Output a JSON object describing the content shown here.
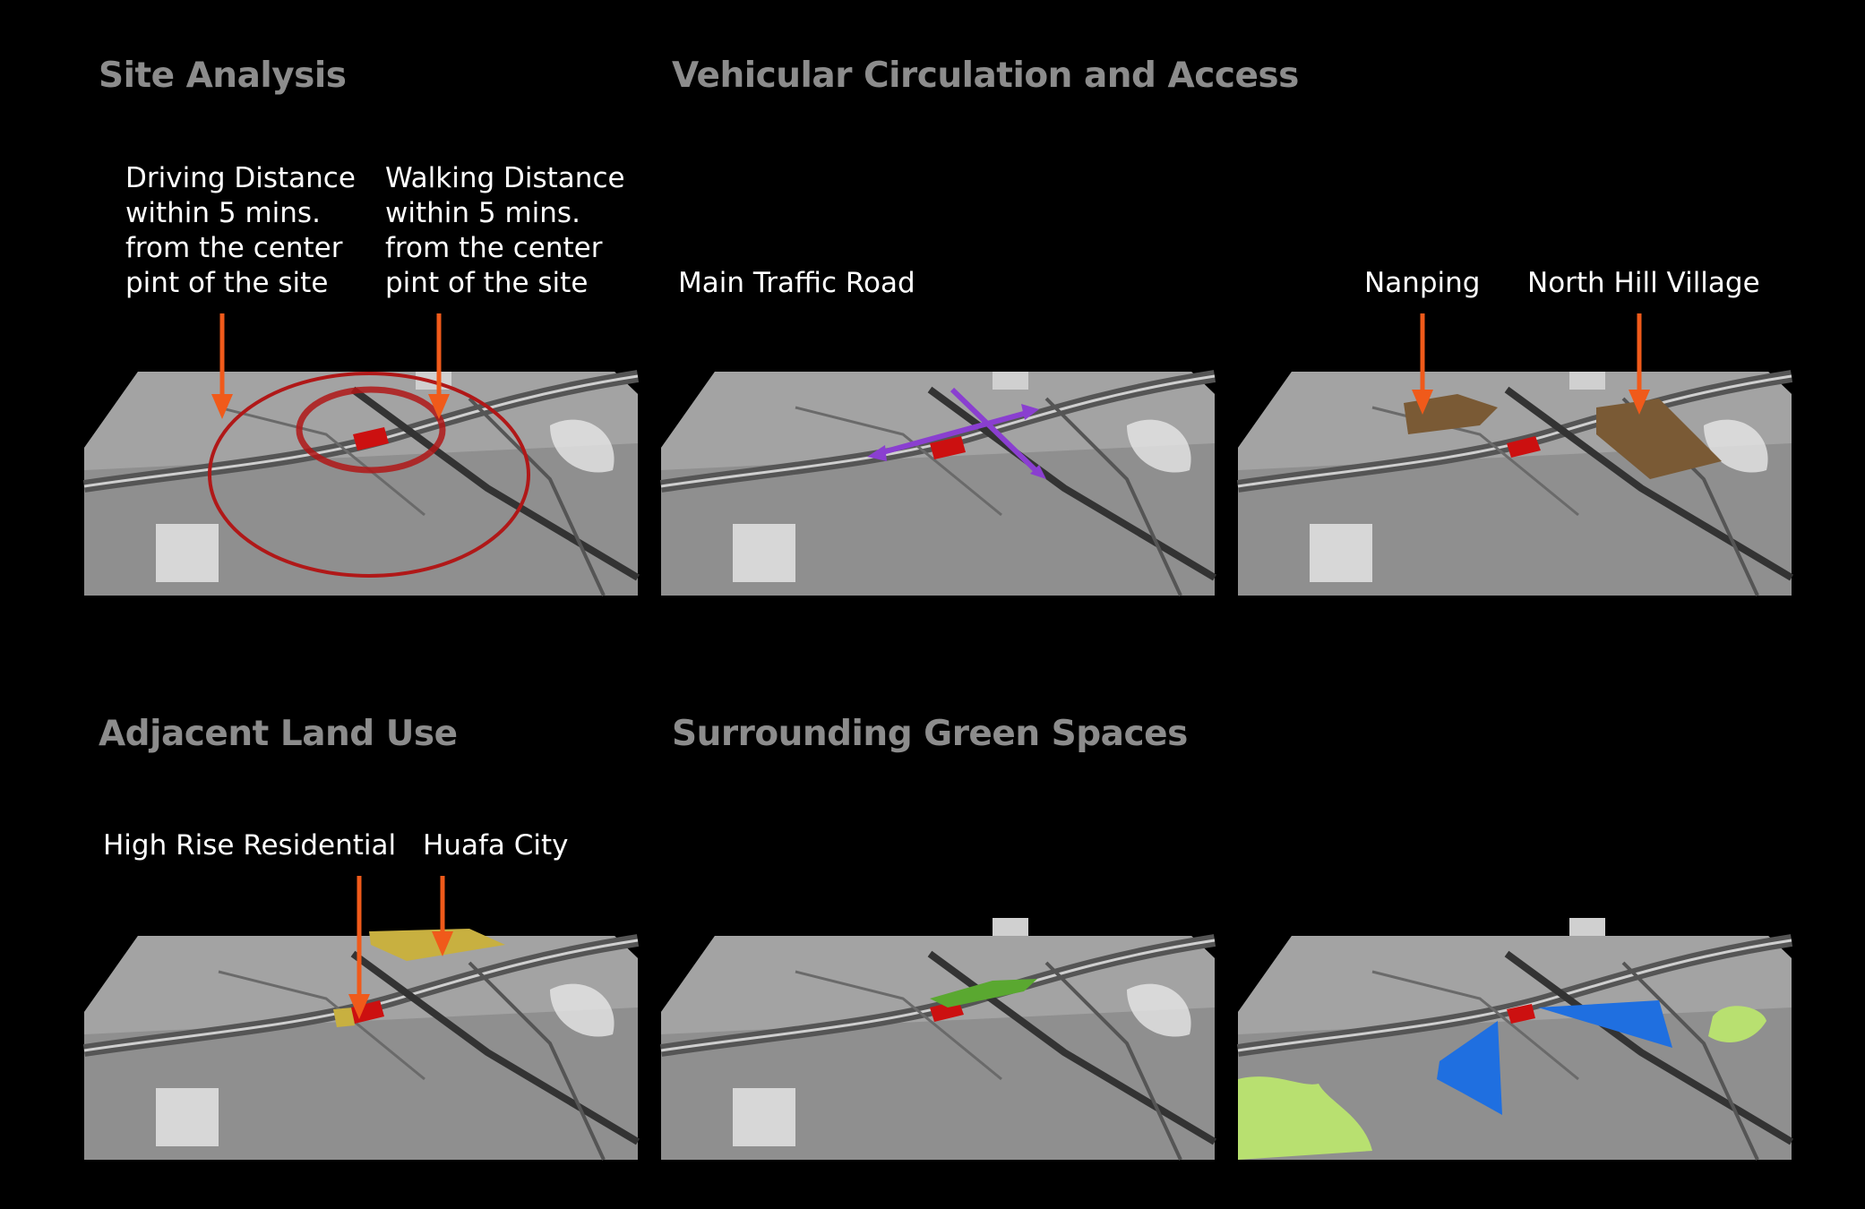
{
  "headings": {
    "site_analysis": "Site Analysis",
    "vehicular": "Vehicular Circulation and Access",
    "land_use": "Adjacent Land Use",
    "green_spaces": "Surrounding Green Spaces"
  },
  "labels": {
    "driving": "Driving Distance\nwithin 5 mins.\nfrom the center\npint of the site",
    "walking": "Walking Distance\nwithin 5 mins.\nfrom the center\npint of the site",
    "main_traffic": "Main Traffic Road",
    "nanping": "Nanping",
    "north_hill": "North Hill Village",
    "high_rise": "High Rise Residential",
    "huafa": "Huafa City"
  },
  "colors": {
    "background": "#000000",
    "heading": "#8c8c8c",
    "arrow": "#f05a1a",
    "site": "#cc1010",
    "ring": "#b01818",
    "traffic": "#8a3fd0",
    "village": "#7a5a35",
    "huafa": "#c8b040",
    "green": "#5aa830",
    "water": "#1f6fe0",
    "park": "#b8e070",
    "map": "#9a9a9a"
  }
}
